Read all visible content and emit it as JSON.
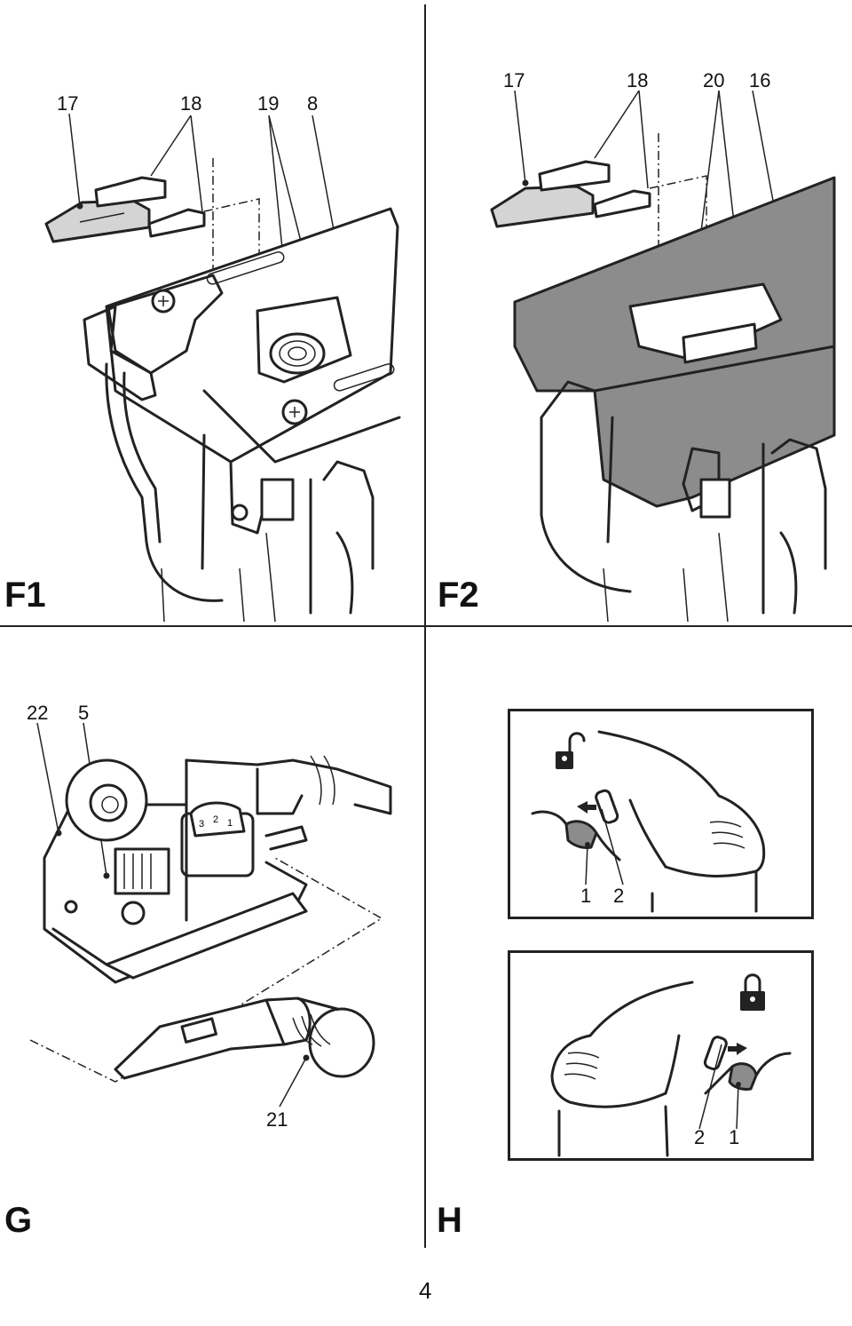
{
  "figures": {
    "f1": {
      "label": "F1",
      "callouts": [
        "17",
        "18",
        "19",
        "8"
      ]
    },
    "f2": {
      "label": "F2",
      "callouts": [
        "17",
        "18",
        "20",
        "16"
      ]
    },
    "g": {
      "label": "G",
      "callouts": [
        "22",
        "5",
        "21"
      ]
    },
    "h": {
      "label": "H",
      "top_callouts": [
        "1",
        "2"
      ],
      "bottom_callouts": [
        "2",
        "1"
      ]
    }
  },
  "page_number": "4"
}
